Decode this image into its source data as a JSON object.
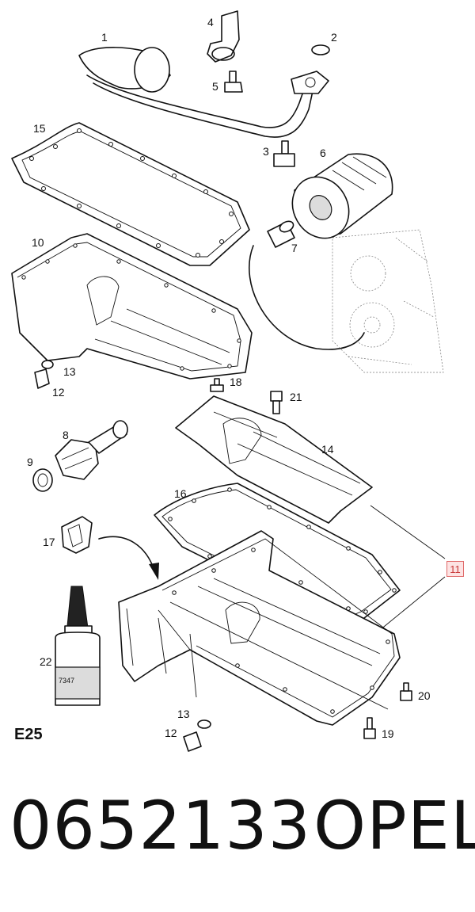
{
  "diagram": {
    "variant_label": "E25",
    "callouts": {
      "c1": "1",
      "c2": "2",
      "c3": "3",
      "c4": "4",
      "c5": "5",
      "c6": "6",
      "c7": "7",
      "c8": "8",
      "c9": "9",
      "c10": "10",
      "c12a": "12",
      "c12b": "12",
      "c13a": "13",
      "c13b": "13",
      "c14": "14",
      "c15": "15",
      "c16": "16",
      "c17": "17",
      "c18": "18",
      "c19": "19",
      "c20": "20",
      "c21": "21",
      "c22": "22"
    },
    "highlighted_ref": "11",
    "highlight_color": "#e06a6a",
    "sealant_text": "7347"
  },
  "footer": {
    "part_number": "0652133",
    "brand": "OPEL"
  }
}
